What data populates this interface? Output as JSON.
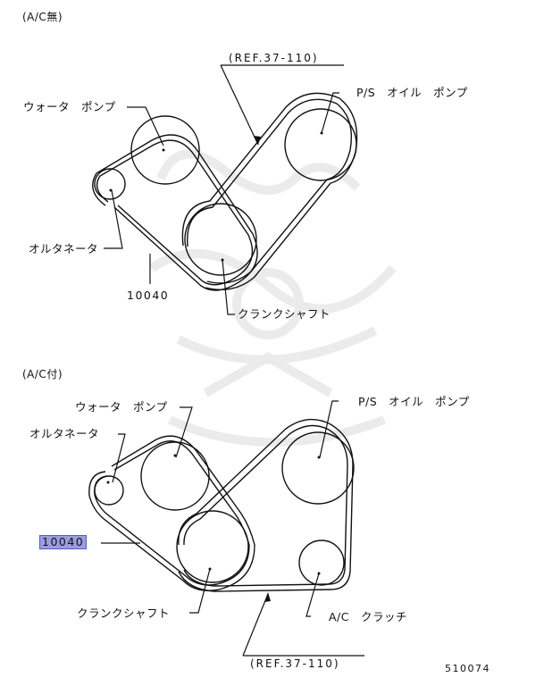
{
  "diagrams": [
    {
      "section_label": "(A/C無)",
      "ref_label": "(REF.37-110)",
      "part_number": "10040",
      "parts": {
        "water_pump": "ウォータ　ポンプ",
        "ps_pump": "P/S　オイル　ポンプ",
        "alternator": "オルタネータ",
        "crankshaft": "クランクシャフト"
      }
    },
    {
      "section_label": "(A/C付)",
      "ref_label": "(REF.37-110)",
      "part_number": "10040",
      "part_number_highlighted": true,
      "parts": {
        "water_pump": "ウォータ　ポンプ",
        "ps_pump": "P/S　オイル　ポンプ",
        "alternator": "オルタネータ",
        "crankshaft": "クランクシャフト",
        "ac_clutch": "A/C　クラッチ"
      }
    }
  ],
  "figure_code": "510074",
  "colors": {
    "line": "#111111",
    "highlight_fill": "#9c9ce0",
    "highlight_border": "#5a5ab8",
    "watermark": "#e6e6e6"
  }
}
